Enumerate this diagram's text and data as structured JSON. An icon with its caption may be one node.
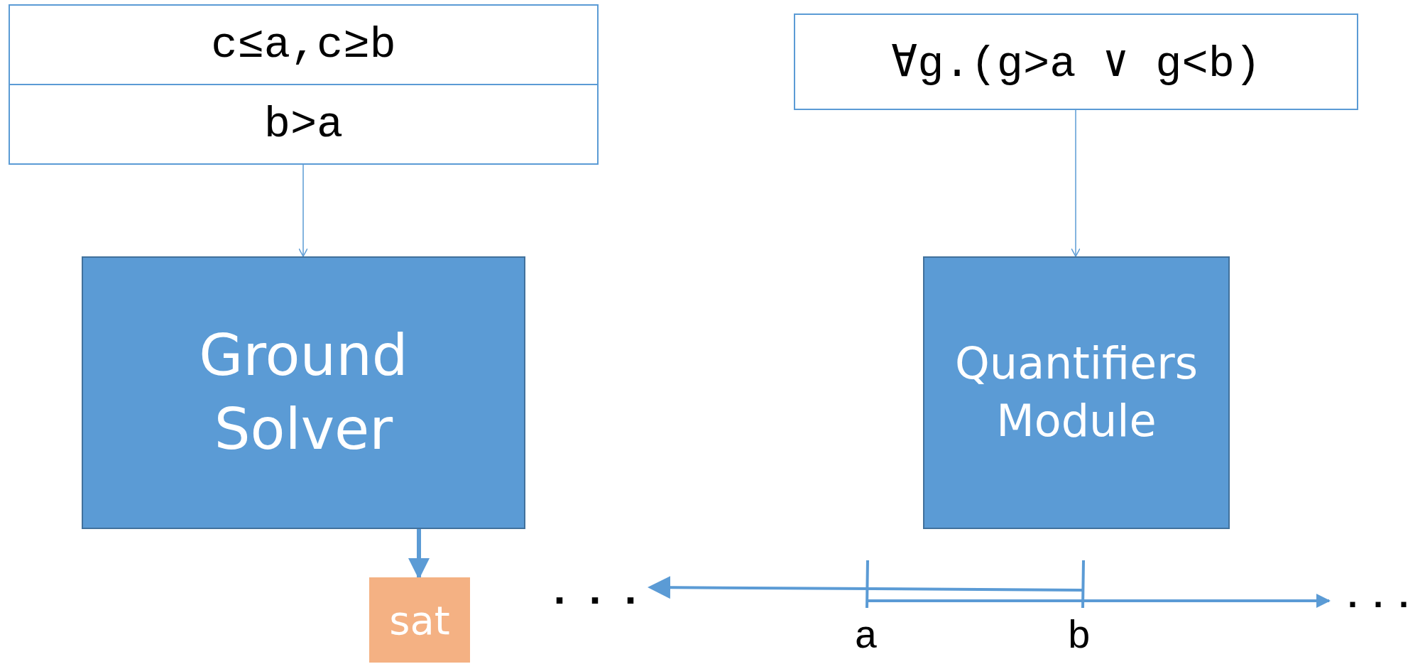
{
  "diagram": {
    "nodes": [
      {
        "text": [
          "c≤a,c≥b",
          "b>a"
        ]
      },
      {
        "text": [
          "∀g.(g>a ∨ g<b)"
        ]
      },
      {
        "text": [
          "Ground Solver"
        ]
      },
      {
        "text": [
          "Quantifiers Module"
        ]
      },
      {
        "text": [
          "sat"
        ]
      }
    ],
    "edges": [
      {
        "from": 0,
        "to": 2,
        "arrow": "to"
      },
      {
        "from": 1,
        "to": 3,
        "arrow": "to"
      },
      {
        "from": 2,
        "to": 4,
        "arrow": "to",
        "style": "thick"
      }
    ],
    "labels": [
      "...",
      "...",
      "a",
      "b"
    ]
  }
}
